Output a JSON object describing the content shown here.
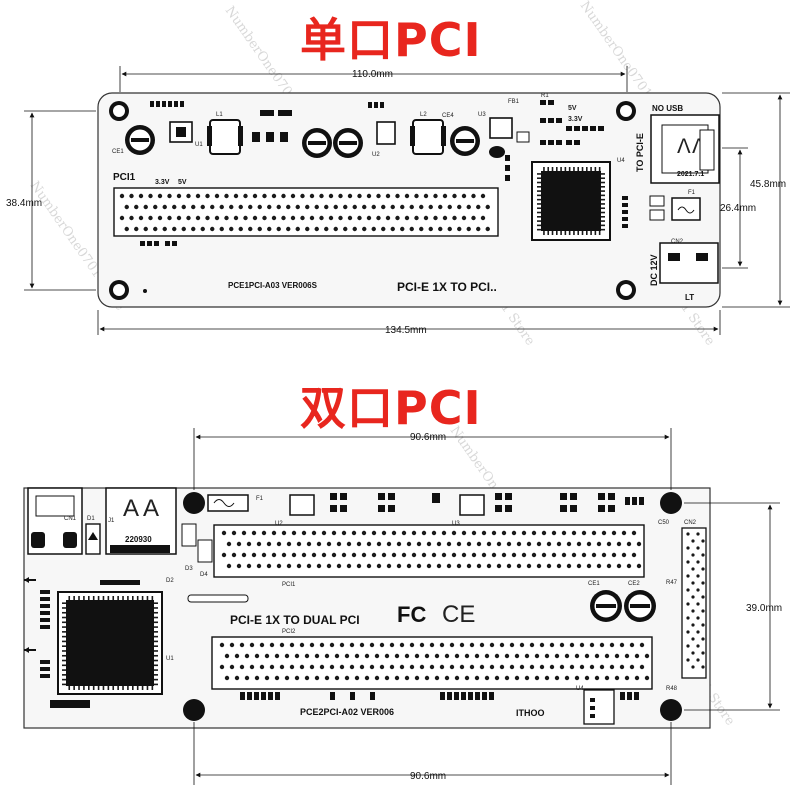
{
  "colors": {
    "heading": "#e8261e",
    "board": "#f7f7f7",
    "ink": "#111111",
    "pad": "#1a1a1a"
  },
  "single": {
    "title": "单口PCI",
    "dims": {
      "top": "110.0mm",
      "bottom": "134.5mm",
      "left": "38.4mm",
      "right_outer": "45.8mm",
      "right_inner": "26.4mm"
    },
    "labels": {
      "slot": "PCI1",
      "volt_a": "3.3V",
      "volt_b": "5V",
      "model": "PCE1PCI-A03 VER006S",
      "desc": "PCI-E 1X TO  PCI..",
      "to_pcie": "TO PCI-E",
      "no_usb": "NO USB",
      "date": "2021.7.1",
      "dc": "DC 12V",
      "lt": "LT",
      "cn2": "CN2",
      "f1": "F1",
      "u4": "U4",
      "volt_c": "5V",
      "volt_d": "3.3V",
      "l1": "L1",
      "l2": "L2",
      "ce1": "CE1",
      "ce4": "CE4",
      "u1": "U1",
      "u2": "U2",
      "u3": "U3",
      "fb1": "FB1",
      "r1": "R1"
    }
  },
  "dual": {
    "title": "双口PCI",
    "dims": {
      "top": "90.6mm",
      "bottom": "90.6mm",
      "right": "39.0mm"
    },
    "labels": {
      "desc": "PCI-E 1X TO DUAL PCI",
      "model": "PCE2PCI-A02 VER006",
      "brand": "ITHOO",
      "slot1": "PCI1",
      "slot2": "PCI2",
      "usb_date": "220930",
      "cn1": "CN1",
      "cn2": "CN2",
      "d1": "D1",
      "j1": "J1",
      "d2": "D2",
      "d3": "D3",
      "d4": "D4",
      "u1": "U1",
      "u2": "U2",
      "u3": "U3",
      "u4": "U4",
      "ce1": "CE1",
      "ce2": "CE2",
      "c50": "C50",
      "r47": "R47",
      "r48": "R48",
      "f1": "F1"
    }
  },
  "watermark": "NumberOne0701 Store"
}
